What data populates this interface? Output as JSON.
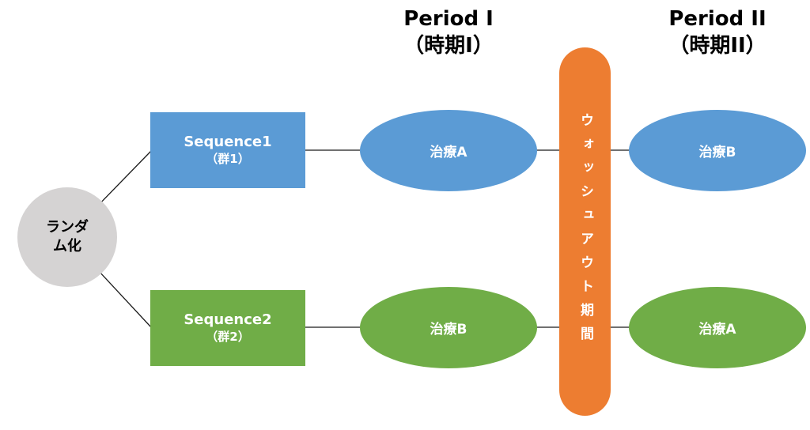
{
  "headers": {
    "period1_en": "Period I",
    "period1_jp": "（時期I）",
    "period2_en": "Period II",
    "period2_jp": "（時期II）"
  },
  "nodes": {
    "randomization": "ランダム化",
    "sequence1_name": "Sequence1",
    "sequence1_group": "（群1）",
    "sequence2_name": "Sequence2",
    "sequence2_group": "（群2）",
    "period1_seq1_treatment": "治療A",
    "period1_seq2_treatment": "治療B",
    "period2_seq1_treatment": "治療B",
    "period2_seq2_treatment": "治療A",
    "washout": "ウォッシュアウト期間"
  },
  "colors": {
    "sequence1_blue": "#5B9BD5",
    "sequence2_green": "#70AD47",
    "washout_orange": "#ED7D31",
    "randomization_gray": "#D5D3D3",
    "shape_text": "#FFFFFF",
    "header_text": "#000000"
  }
}
